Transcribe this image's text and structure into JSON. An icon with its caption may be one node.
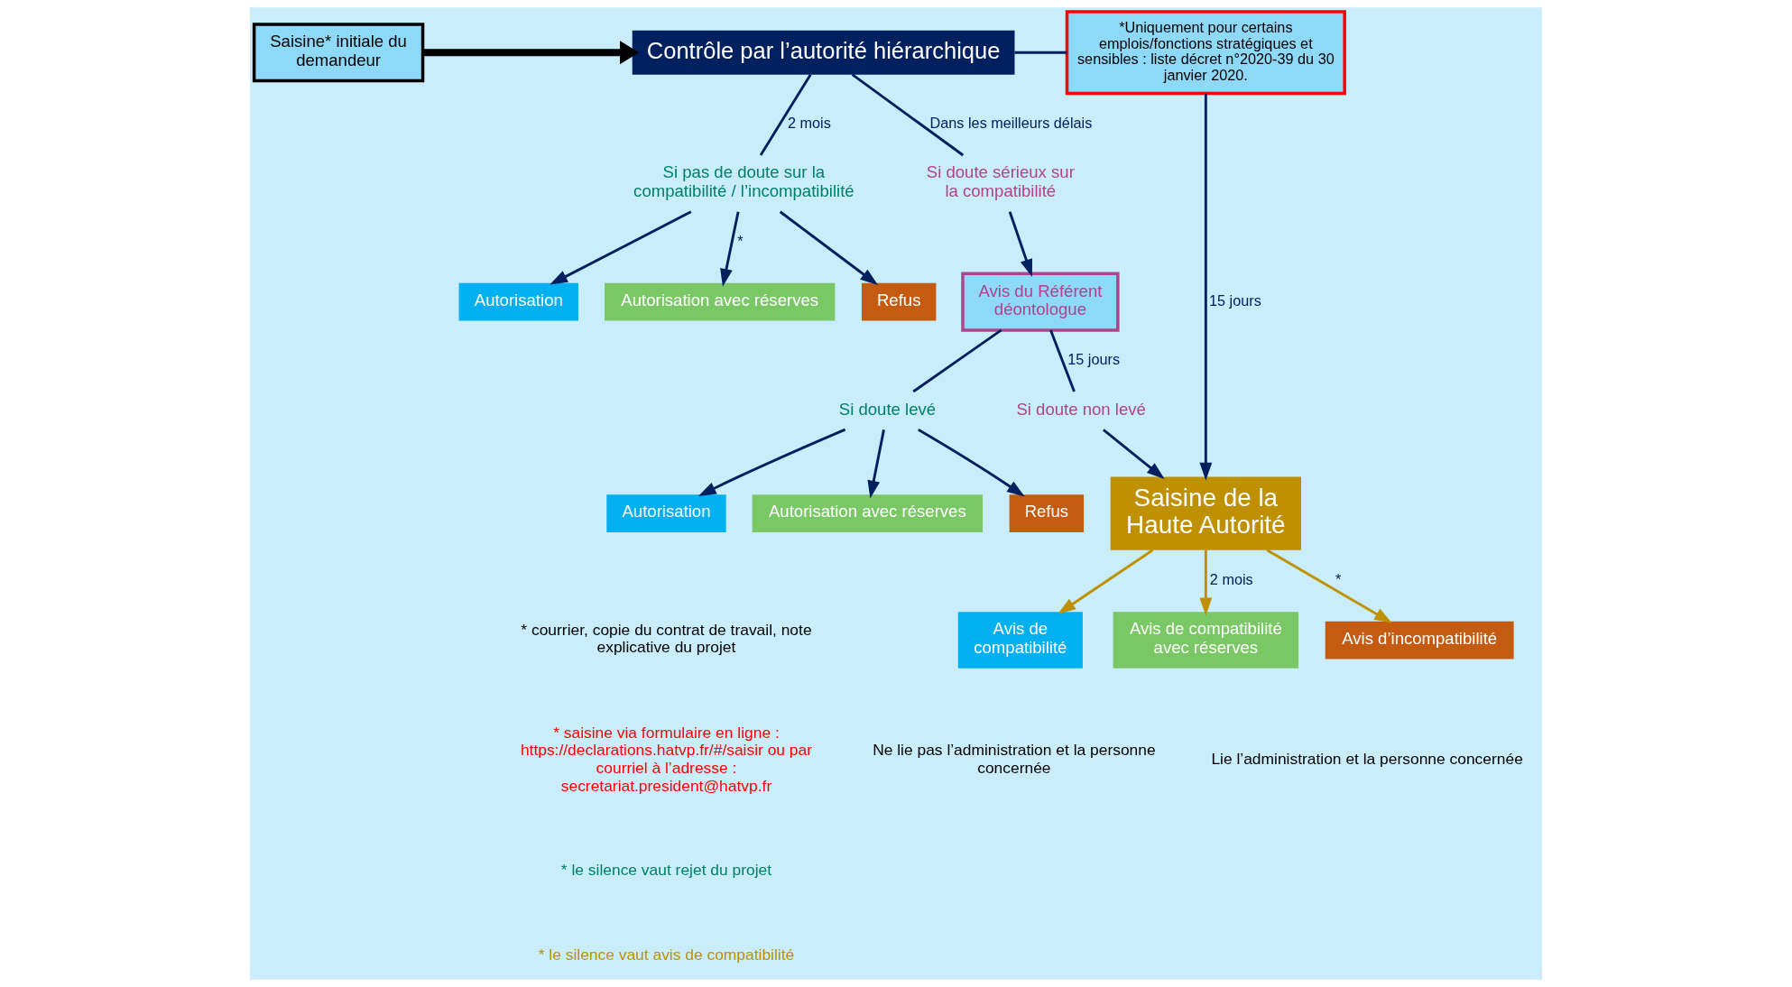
{
  "diagram": {
    "nodes": [
      {
        "text": [
          "Saisine* initiale du demandeur"
        ]
      },
      {
        "text": [
          "Contrôle par l’autorité hiérarchique"
        ]
      },
      {
        "text": [
          "*Uniquement pour certains emplois/fonctions stratégiques et sensibles : liste décret n°2020-39 du 30 janvier 2020."
        ]
      },
      {
        "text": [
          "Si pas de doute sur la compatibilité / l’incompatibilité"
        ]
      },
      {
        "text": [
          "Si doute sérieux sur la compatibilité"
        ]
      },
      {
        "text": [
          "Autorisation"
        ]
      },
      {
        "text": [
          "Autorisation avec réserves"
        ]
      },
      {
        "text": [
          "Refus"
        ]
      },
      {
        "text": [
          "Avis du Référent déontologue"
        ]
      },
      {
        "text": [
          "Si doute levé"
        ]
      },
      {
        "text": [
          "Si doute non levé"
        ]
      },
      {
        "text": [
          "Autorisation"
        ]
      },
      {
        "text": [
          "Autorisation avec réserves"
        ]
      },
      {
        "text": [
          "Refus"
        ]
      },
      {
        "text": [
          "Saisine de la Haute Autorité"
        ]
      },
      {
        "text": [
          "Avis de compatibilité"
        ]
      },
      {
        "text": [
          "Avis de compatibilité avec réserves"
        ]
      },
      {
        "text": [
          "Avis d’incompatibilité"
        ]
      }
    ],
    "edges": [
      {
        "from": 0,
        "to": 1,
        "arrow": "to",
        "style": "thick",
        "color": "#000000"
      },
      {
        "from": 1,
        "to": 3,
        "arrow": "none",
        "label": "2 mois"
      },
      {
        "from": 1,
        "to": 4,
        "arrow": "none",
        "label": "Dans les meilleurs délais"
      },
      {
        "from": 1,
        "to": 2,
        "arrow": "none"
      },
      {
        "from": 3,
        "to": 5,
        "arrow": "to"
      },
      {
        "from": 3,
        "to": 6,
        "arrow": "to",
        "label": "*"
      },
      {
        "from": 3,
        "to": 7,
        "arrow": "to"
      },
      {
        "from": 4,
        "to": 8,
        "arrow": "to"
      },
      {
        "from": 8,
        "to": 9,
        "arrow": "none"
      },
      {
        "from": 8,
        "to": 10,
        "arrow": "none",
        "label": "15 jours"
      },
      {
        "from": 9,
        "to": 11,
        "arrow": "to"
      },
      {
        "from": 9,
        "to": 12,
        "arrow": "to"
      },
      {
        "from": 9,
        "to": 13,
        "arrow": "to"
      },
      {
        "from": 10,
        "to": 14,
        "arrow": "to"
      },
      {
        "from": 2,
        "to": 14,
        "arrow": "to",
        "label": "15 jours"
      },
      {
        "from": 14,
        "to": 15,
        "arrow": "to",
        "color": "#bf9000"
      },
      {
        "from": 14,
        "to": 16,
        "arrow": "to",
        "label": "2 mois",
        "color": "#bf9000"
      },
      {
        "from": 14,
        "to": 17,
        "arrow": "to",
        "label": "*",
        "color": "#bf9000"
      }
    ],
    "labels": [
      "Ne lie pas l’administration et la personne concernée",
      "Lie l’administration et la personne concernée",
      "* courrier, copie du contrat de travail, note explicative du projet",
      "* saisine via formulaire en ligne : https://declarations.hatvp.fr/#/saisir ou par courriel à l’adresse : secretariat.president@hatvp.fr",
      "* le silence vaut rejet du projet",
      "* le silence vaut avis de compatibilité"
    ]
  }
}
